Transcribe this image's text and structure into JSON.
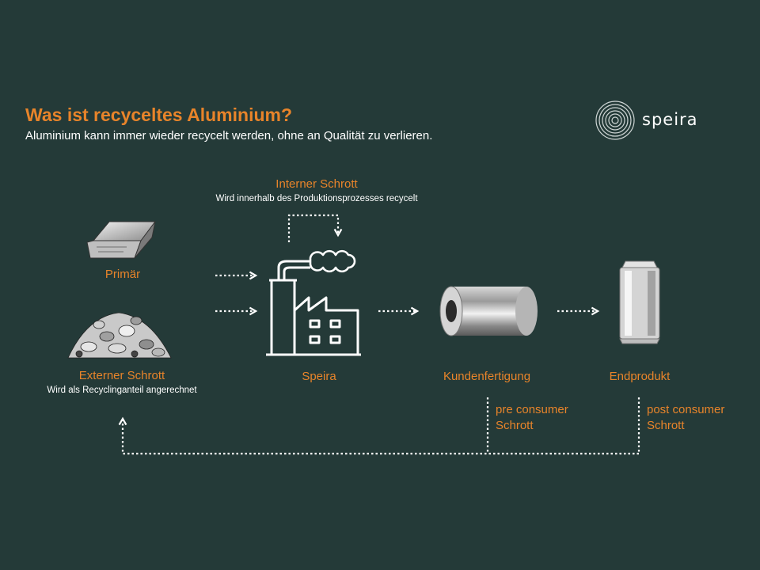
{
  "header": {
    "title": "Was ist recyceltes Aluminium?",
    "subtitle": "Aluminium kann immer wieder recycelt werden, ohne an Qualität zu verlieren."
  },
  "logo": {
    "text": "speira",
    "icon": "concentric-circles-logo"
  },
  "nodes": {
    "primar": {
      "label": "Primär",
      "icon": "aluminium-ingot-icon"
    },
    "externer": {
      "label": "Externer Schrott",
      "sublabel": "Wird als Recyclinganteil angerechnet",
      "icon": "scrap-pile-icon"
    },
    "interner": {
      "label": "Interner Schrott",
      "sublabel": "Wird innerhalb des Produktionsprozesses recycelt"
    },
    "speira": {
      "label": "Speira",
      "icon": "factory-icon"
    },
    "kunden": {
      "label": "Kundenfertigung",
      "icon": "aluminium-coil-icon"
    },
    "endprodukt": {
      "label": "Endprodukt",
      "icon": "beverage-can-icon"
    },
    "pre": {
      "line1": "pre consumer",
      "line2": "Schrott"
    },
    "post": {
      "line1": "post consumer",
      "line2": "Schrott"
    }
  },
  "colors": {
    "background": "#243a38",
    "accent": "#e8842a",
    "text": "#ffffff"
  }
}
